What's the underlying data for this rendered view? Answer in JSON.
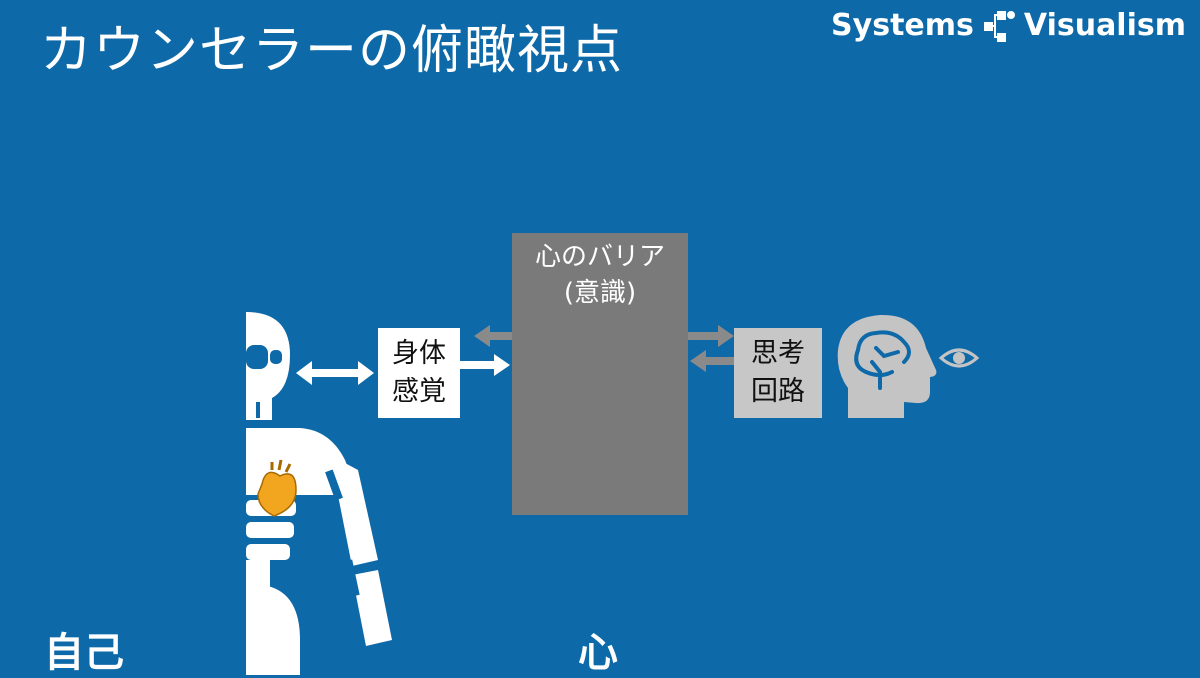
{
  "title": "カウンセラーの俯瞰視点",
  "logo": {
    "left_text": "Systems",
    "right_text": "Visualism"
  },
  "nodes": {
    "body_sense": {
      "line1": "身体",
      "line2": "感覚"
    },
    "barrier": {
      "line1": "心のバリア",
      "line2": "(意識)"
    },
    "thought": {
      "line1": "思考",
      "line2": "回路"
    }
  },
  "labels": {
    "self": "自己",
    "mind": "心"
  },
  "icons": [
    "skeleton-icon",
    "heart-icon",
    "brain-head-icon",
    "eye-icon",
    "logo-icon"
  ],
  "colors": {
    "background": "#0e69a8",
    "barrier": "#7a7a7a",
    "thought_box": "#c7c7c7",
    "arrow_white": "#ffffff",
    "arrow_grey": "#8a8a8a",
    "heart": "#f2a51f",
    "head": "#c4c4c4"
  }
}
